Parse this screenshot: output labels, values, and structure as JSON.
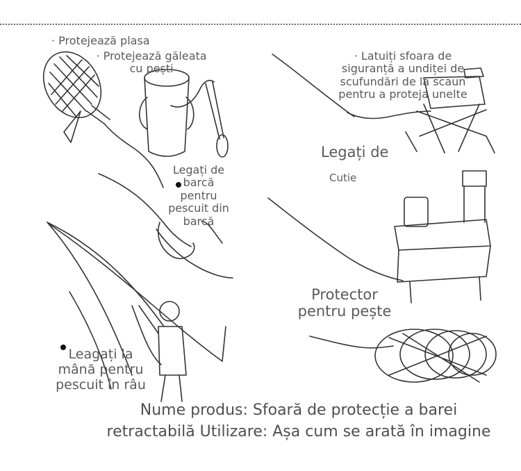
{
  "labels": {
    "protect_net": "· Protejează plasa",
    "protect_bucket": "· Protejează găleata cu pești",
    "boat": "Legați de barcă pentru pescuit din barcă",
    "hand": "Leagați la mână pentru pescuit în râu",
    "chair": "· Latuiți sfoara de siguranță a undiței de scufundări de la scaun pentru a proteja unelte",
    "box_title": "Legați de",
    "box_sub": "Cutie",
    "fish_protector": "Protector pentru pește"
  },
  "product_text": "Nume produs: Sfoară de protecție a barei retractabilă Utilizare: Așa cum se arată în imagine"
}
